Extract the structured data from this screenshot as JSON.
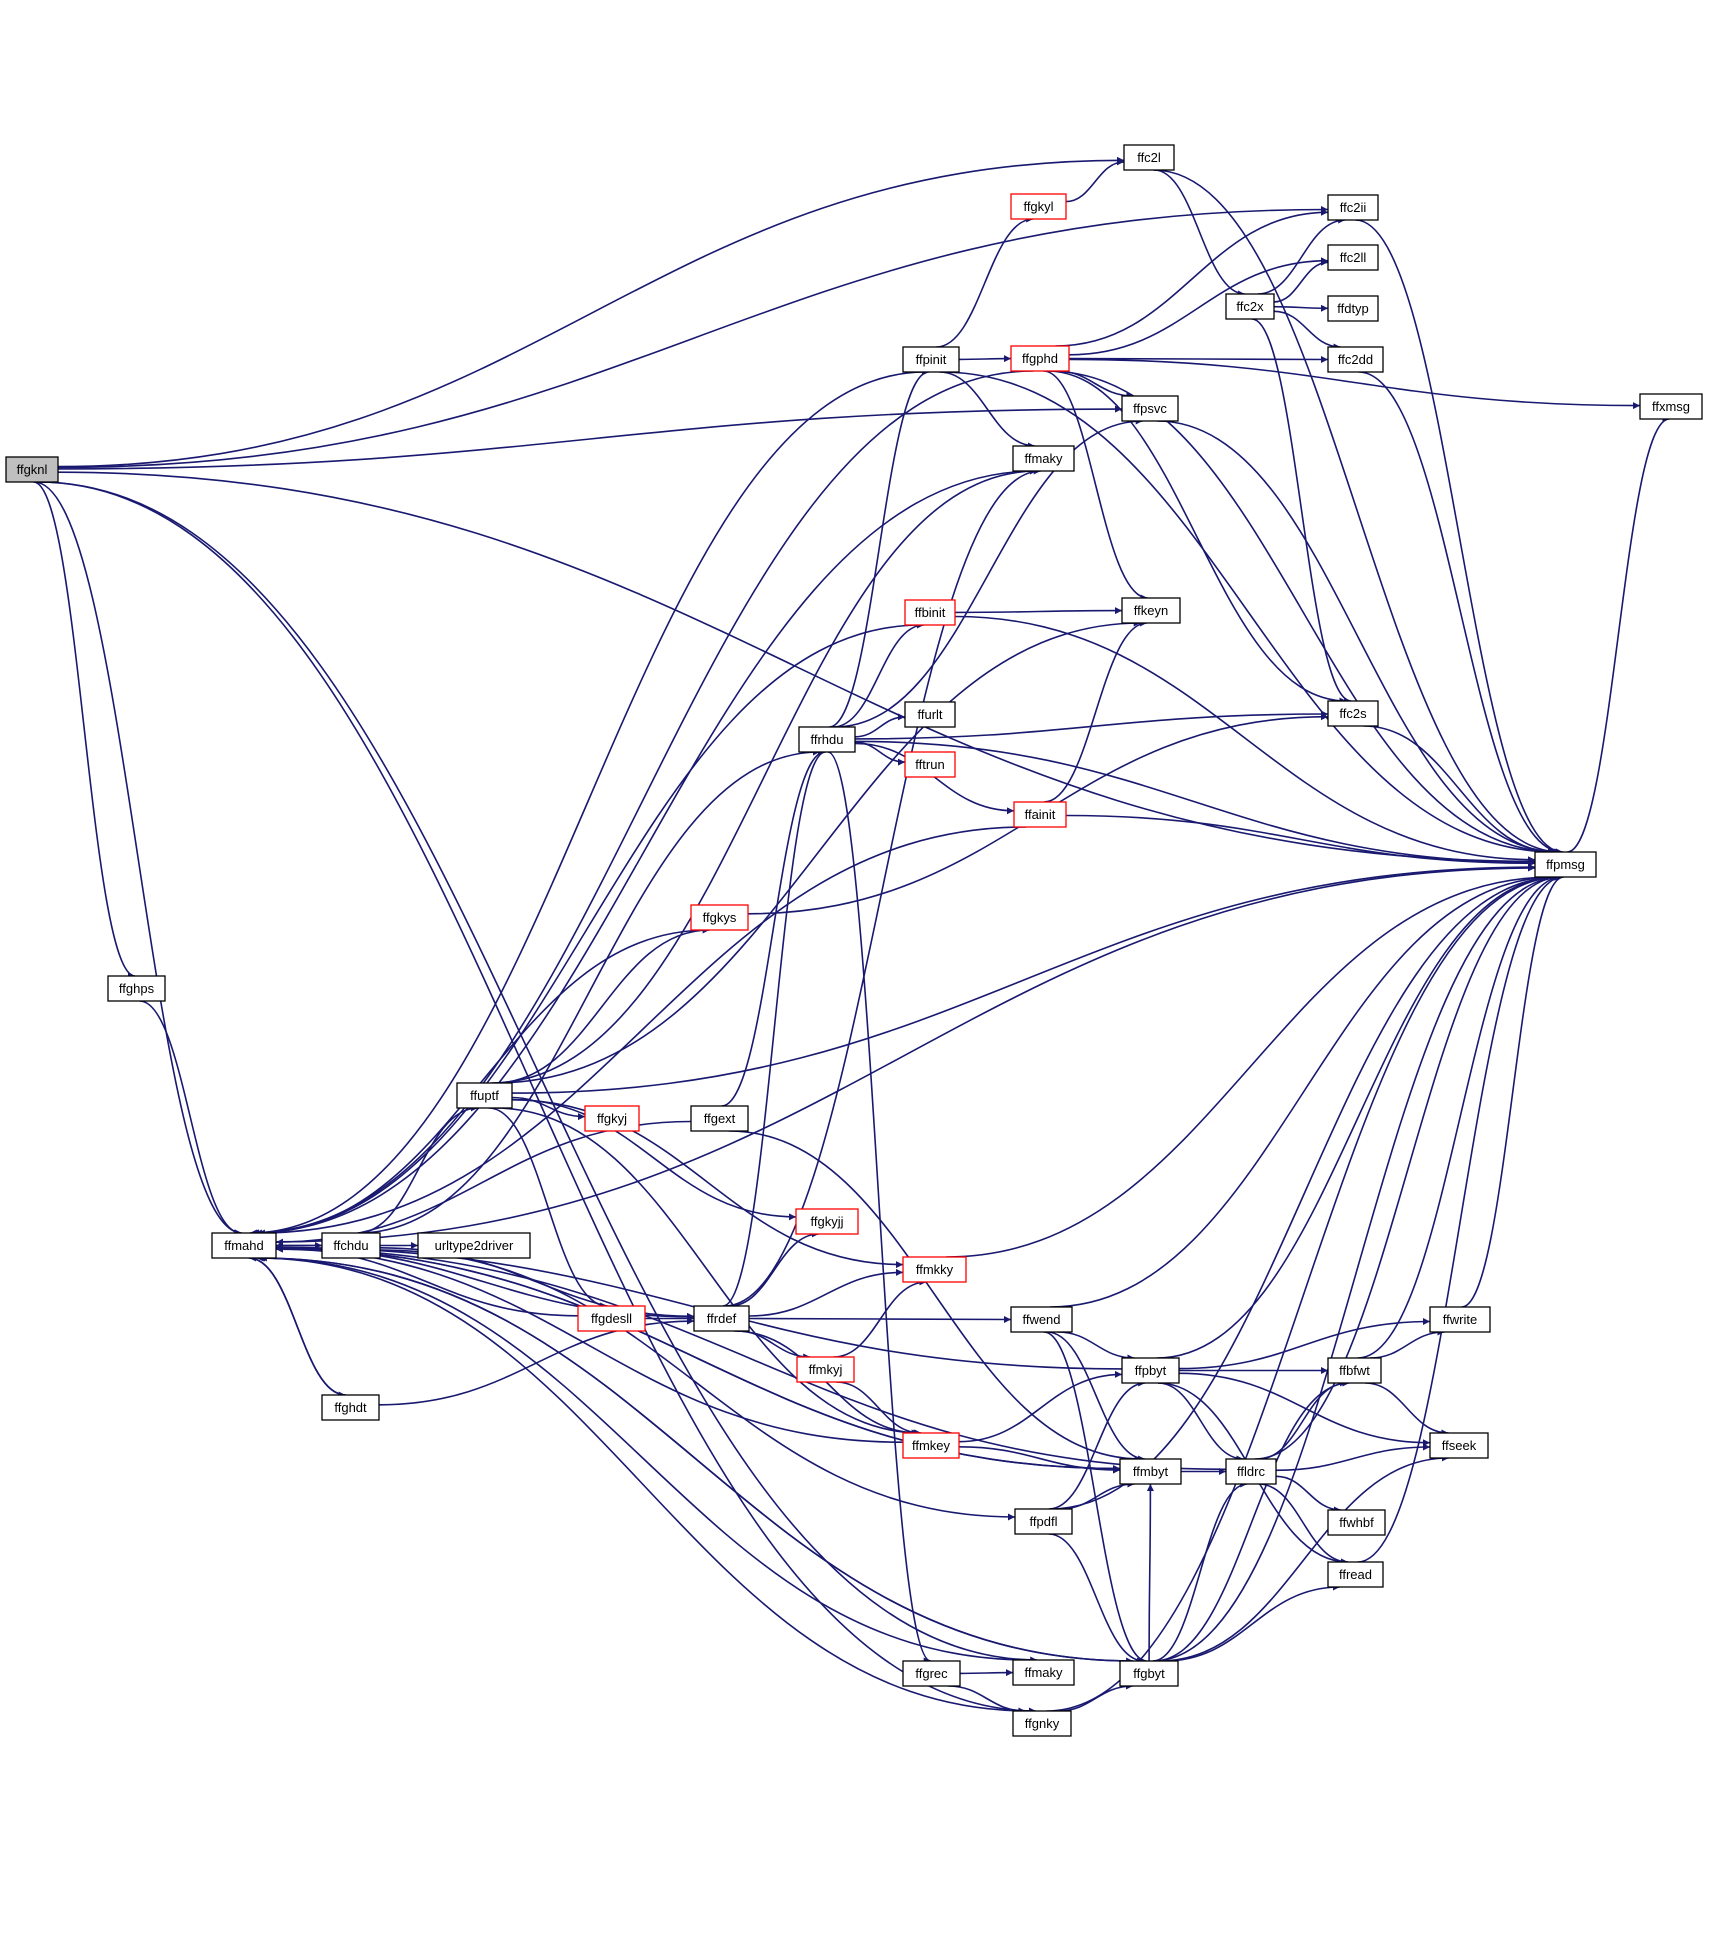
{
  "graph": {
    "edge_color": "#191970",
    "node_border_color": "#000000",
    "incomplete_border_color": "#ff0000",
    "root_fill": "#bfbfbf",
    "nodes": [
      {
        "id": "ffgknl",
        "label": "ffgknl",
        "style": "root"
      },
      {
        "id": "ffghps",
        "label": "ffghps",
        "style": "normal"
      },
      {
        "id": "ffmahd",
        "label": "ffmahd",
        "style": "normal"
      },
      {
        "id": "ffchdu",
        "label": "ffchdu",
        "style": "normal"
      },
      {
        "id": "ffghdt",
        "label": "ffghdt",
        "style": "normal"
      },
      {
        "id": "urltype2driver",
        "label": "urltype2driver",
        "style": "normal"
      },
      {
        "id": "ffuptf",
        "label": "ffuptf",
        "style": "normal"
      },
      {
        "id": "ffgkyj",
        "label": "ffgkyj",
        "style": "red"
      },
      {
        "id": "ffgdesll",
        "label": "ffgdesll",
        "style": "red"
      },
      {
        "id": "ffgkys",
        "label": "ffgkys",
        "style": "red"
      },
      {
        "id": "ffgext",
        "label": "ffgext",
        "style": "normal"
      },
      {
        "id": "ffrdef",
        "label": "ffrdef",
        "style": "normal"
      },
      {
        "id": "ffgkyjj",
        "label": "ffgkyjj",
        "style": "red"
      },
      {
        "id": "ffmkky",
        "label": "ffmkky",
        "style": "red"
      },
      {
        "id": "ffmkyj",
        "label": "ffmkyj",
        "style": "red"
      },
      {
        "id": "ffmkey",
        "label": "ffmkey",
        "style": "red"
      },
      {
        "id": "ffrhdu",
        "label": "ffrhdu",
        "style": "normal"
      },
      {
        "id": "ffpinit",
        "label": "ffpinit",
        "style": "normal"
      },
      {
        "id": "ffgkyl",
        "label": "ffgkyl",
        "style": "red"
      },
      {
        "id": "ffbinit",
        "label": "ffbinit",
        "style": "red"
      },
      {
        "id": "ffurlt",
        "label": "ffurlt",
        "style": "normal"
      },
      {
        "id": "fftrun",
        "label": "fftrun",
        "style": "red"
      },
      {
        "id": "ffainit",
        "label": "ffainit",
        "style": "red"
      },
      {
        "id": "ffgrec",
        "label": "ffgrec",
        "style": "normal"
      },
      {
        "id": "ffgphd",
        "label": "ffgphd",
        "style": "red"
      },
      {
        "id": "ffmaky_top",
        "label": "ffmaky",
        "style": "normal"
      },
      {
        "id": "ffwend",
        "label": "ffwend",
        "style": "normal"
      },
      {
        "id": "ffpdfl",
        "label": "ffpdfl",
        "style": "normal"
      },
      {
        "id": "ffmaky_bot",
        "label": "ffmaky",
        "style": "normal"
      },
      {
        "id": "ffgnky",
        "label": "ffgnky",
        "style": "normal"
      },
      {
        "id": "ffc2l",
        "label": "ffc2l",
        "style": "normal"
      },
      {
        "id": "ffpsvc",
        "label": "ffpsvc",
        "style": "normal"
      },
      {
        "id": "ffkeyn",
        "label": "ffkeyn",
        "style": "normal"
      },
      {
        "id": "ffpbyt",
        "label": "ffpbyt",
        "style": "normal"
      },
      {
        "id": "ffmbyt",
        "label": "ffmbyt",
        "style": "normal"
      },
      {
        "id": "ffgbyt",
        "label": "ffgbyt",
        "style": "normal"
      },
      {
        "id": "ffc2x",
        "label": "ffc2x",
        "style": "normal"
      },
      {
        "id": "ffldrc",
        "label": "ffldrc",
        "style": "normal"
      },
      {
        "id": "ffc2ii",
        "label": "ffc2ii",
        "style": "normal"
      },
      {
        "id": "ffc2ll",
        "label": "ffc2ll",
        "style": "normal"
      },
      {
        "id": "ffdtyp",
        "label": "ffdtyp",
        "style": "normal"
      },
      {
        "id": "ffc2dd",
        "label": "ffc2dd",
        "style": "normal"
      },
      {
        "id": "ffc2s",
        "label": "ffc2s",
        "style": "normal"
      },
      {
        "id": "ffbfwt",
        "label": "ffbfwt",
        "style": "normal"
      },
      {
        "id": "ffwhbf",
        "label": "ffwhbf",
        "style": "normal"
      },
      {
        "id": "ffread",
        "label": "ffread",
        "style": "normal"
      },
      {
        "id": "ffwrite",
        "label": "ffwrite",
        "style": "normal"
      },
      {
        "id": "ffseek",
        "label": "ffseek",
        "style": "normal"
      },
      {
        "id": "ffpmsg",
        "label": "ffpmsg",
        "style": "normal"
      },
      {
        "id": "ffxmsg",
        "label": "ffxmsg",
        "style": "normal"
      }
    ],
    "edges": [
      [
        "ffgknl",
        "ffghps"
      ],
      [
        "ffgknl",
        "ffmahd"
      ],
      [
        "ffgknl",
        "ffc2l"
      ],
      [
        "ffgknl",
        "ffc2ii"
      ],
      [
        "ffgknl",
        "ffpsvc"
      ],
      [
        "ffgknl",
        "ffmaky_bot"
      ],
      [
        "ffgknl",
        "ffgnky"
      ],
      [
        "ffgknl",
        "ffpmsg"
      ],
      [
        "ffghps",
        "ffmahd"
      ],
      [
        "ffmahd",
        "ffchdu"
      ],
      [
        "ffmahd",
        "ffghdt"
      ],
      [
        "ffmahd",
        "ffgbyt"
      ],
      [
        "ffmahd",
        "ffmbyt"
      ],
      [
        "ffmahd",
        "ffpmsg"
      ],
      [
        "ffchdu",
        "ffmahd"
      ],
      [
        "ffchdu",
        "urltype2driver"
      ],
      [
        "ffchdu",
        "ffuptf"
      ],
      [
        "ffchdu",
        "ffrdef"
      ],
      [
        "ffchdu",
        "ffpdfl"
      ],
      [
        "ffchdu",
        "ffrhdu"
      ],
      [
        "ffghdt",
        "ffmahd"
      ],
      [
        "ffghdt",
        "ffrdef"
      ],
      [
        "ffuptf",
        "ffgkyj"
      ],
      [
        "ffuptf",
        "ffgdesll"
      ],
      [
        "ffuptf",
        "ffgkys"
      ],
      [
        "ffuptf",
        "ffgkyjj"
      ],
      [
        "ffuptf",
        "ffmkky"
      ],
      [
        "ffuptf",
        "ffmkey"
      ],
      [
        "ffuptf",
        "ffmaky_top"
      ],
      [
        "ffuptf",
        "ffkeyn"
      ],
      [
        "ffuptf",
        "ffpmsg"
      ],
      [
        "ffgdesll",
        "ffmahd"
      ],
      [
        "ffgdesll",
        "ffrdef"
      ],
      [
        "ffgkys",
        "ffc2s"
      ],
      [
        "ffgkys",
        "ffmahd"
      ],
      [
        "ffgext",
        "ffmahd"
      ],
      [
        "ffgext",
        "ffrhdu"
      ],
      [
        "ffgext",
        "ffmbyt"
      ],
      [
        "ffrdef",
        "ffmahd"
      ],
      [
        "ffrdef",
        "ffgkyjj"
      ],
      [
        "ffrdef",
        "ffmkky"
      ],
      [
        "ffrdef",
        "ffmkyj"
      ],
      [
        "ffrdef",
        "ffmkey"
      ],
      [
        "ffrdef",
        "ffwend"
      ],
      [
        "ffrdef",
        "ffrhdu"
      ],
      [
        "ffrdef",
        "ffmaky_top"
      ],
      [
        "ffmkky",
        "ffpmsg"
      ],
      [
        "ffmkyj",
        "ffmkky"
      ],
      [
        "ffmkyj",
        "ffmkey"
      ],
      [
        "ffmkey",
        "ffmahd"
      ],
      [
        "ffmkey",
        "ffpbyt"
      ],
      [
        "ffmkey",
        "ffmbyt"
      ],
      [
        "ffrhdu",
        "ffpinit"
      ],
      [
        "ffrhdu",
        "ffbinit"
      ],
      [
        "ffrhdu",
        "ffurlt"
      ],
      [
        "ffrhdu",
        "fftrun"
      ],
      [
        "ffrhdu",
        "ffainit"
      ],
      [
        "ffrhdu",
        "ffgrec"
      ],
      [
        "ffrhdu",
        "ffc2s"
      ],
      [
        "ffrhdu",
        "ffpsvc"
      ],
      [
        "ffrhdu",
        "ffpmsg"
      ],
      [
        "ffpinit",
        "ffmahd"
      ],
      [
        "ffpinit",
        "ffgkyl"
      ],
      [
        "ffpinit",
        "ffgphd"
      ],
      [
        "ffpinit",
        "ffmaky_top"
      ],
      [
        "ffpinit",
        "ffpmsg"
      ],
      [
        "ffgkyl",
        "ffc2l"
      ],
      [
        "ffbinit",
        "ffmahd"
      ],
      [
        "ffbinit",
        "ffkeyn"
      ],
      [
        "ffbinit",
        "ffpmsg"
      ],
      [
        "ffainit",
        "ffmahd"
      ],
      [
        "ffainit",
        "ffkeyn"
      ],
      [
        "ffainit",
        "ffpmsg"
      ],
      [
        "ffgrec",
        "ffmaky_bot"
      ],
      [
        "ffgrec",
        "ffgnky"
      ],
      [
        "ffgphd",
        "ffmahd"
      ],
      [
        "ffgphd",
        "ffc2ii"
      ],
      [
        "ffgphd",
        "ffc2ll"
      ],
      [
        "ffgphd",
        "ffc2dd"
      ],
      [
        "ffgphd",
        "ffpsvc"
      ],
      [
        "ffgphd",
        "ffkeyn"
      ],
      [
        "ffgphd",
        "ffc2s"
      ],
      [
        "ffgphd",
        "ffpmsg"
      ],
      [
        "ffgphd",
        "ffxmsg"
      ],
      [
        "ffmaky_top",
        "ffmahd"
      ],
      [
        "ffwend",
        "ffpbyt"
      ],
      [
        "ffwend",
        "ffmbyt"
      ],
      [
        "ffwend",
        "ffgbyt"
      ],
      [
        "ffwend",
        "ffpmsg"
      ],
      [
        "ffpdfl",
        "ffpbyt"
      ],
      [
        "ffpdfl",
        "ffmbyt"
      ],
      [
        "ffpdfl",
        "ffgbyt"
      ],
      [
        "ffpdfl",
        "ffpmsg"
      ],
      [
        "ffmaky_bot",
        "ffmahd"
      ],
      [
        "ffgnky",
        "ffmahd"
      ],
      [
        "ffgnky",
        "ffgbyt"
      ],
      [
        "ffgnky",
        "ffpmsg"
      ],
      [
        "ffc2l",
        "ffc2x"
      ],
      [
        "ffc2l",
        "ffpmsg"
      ],
      [
        "ffpsvc",
        "ffpmsg"
      ],
      [
        "ffpbyt",
        "ffmahd"
      ],
      [
        "ffpbyt",
        "ffbfwt"
      ],
      [
        "ffpbyt",
        "ffldrc"
      ],
      [
        "ffpbyt",
        "ffread"
      ],
      [
        "ffpbyt",
        "ffwrite"
      ],
      [
        "ffpbyt",
        "ffseek"
      ],
      [
        "ffpbyt",
        "ffpmsg"
      ],
      [
        "ffmbyt",
        "ffldrc"
      ],
      [
        "ffmbyt",
        "ffmahd"
      ],
      [
        "ffgbyt",
        "ffmahd"
      ],
      [
        "ffgbyt",
        "ffmbyt"
      ],
      [
        "ffgbyt",
        "ffbfwt"
      ],
      [
        "ffgbyt",
        "ffldrc"
      ],
      [
        "ffgbyt",
        "ffread"
      ],
      [
        "ffgbyt",
        "ffseek"
      ],
      [
        "ffgbyt",
        "ffpmsg"
      ],
      [
        "ffc2x",
        "ffc2ii"
      ],
      [
        "ffc2x",
        "ffc2ll"
      ],
      [
        "ffc2x",
        "ffdtyp"
      ],
      [
        "ffc2x",
        "ffc2dd"
      ],
      [
        "ffc2x",
        "ffc2s"
      ],
      [
        "ffldrc",
        "ffmahd"
      ],
      [
        "ffldrc",
        "ffbfwt"
      ],
      [
        "ffldrc",
        "ffwhbf"
      ],
      [
        "ffldrc",
        "ffread"
      ],
      [
        "ffldrc",
        "ffseek"
      ],
      [
        "ffldrc",
        "ffpmsg"
      ],
      [
        "ffc2ii",
        "ffpmsg"
      ],
      [
        "ffc2dd",
        "ffpmsg"
      ],
      [
        "ffc2s",
        "ffpmsg"
      ],
      [
        "ffbfwt",
        "ffwrite"
      ],
      [
        "ffbfwt",
        "ffseek"
      ],
      [
        "ffbfwt",
        "ffpmsg"
      ],
      [
        "ffwrite",
        "ffpmsg"
      ],
      [
        "ffread",
        "ffpmsg"
      ],
      [
        "ffpmsg",
        "ffxmsg"
      ]
    ]
  }
}
